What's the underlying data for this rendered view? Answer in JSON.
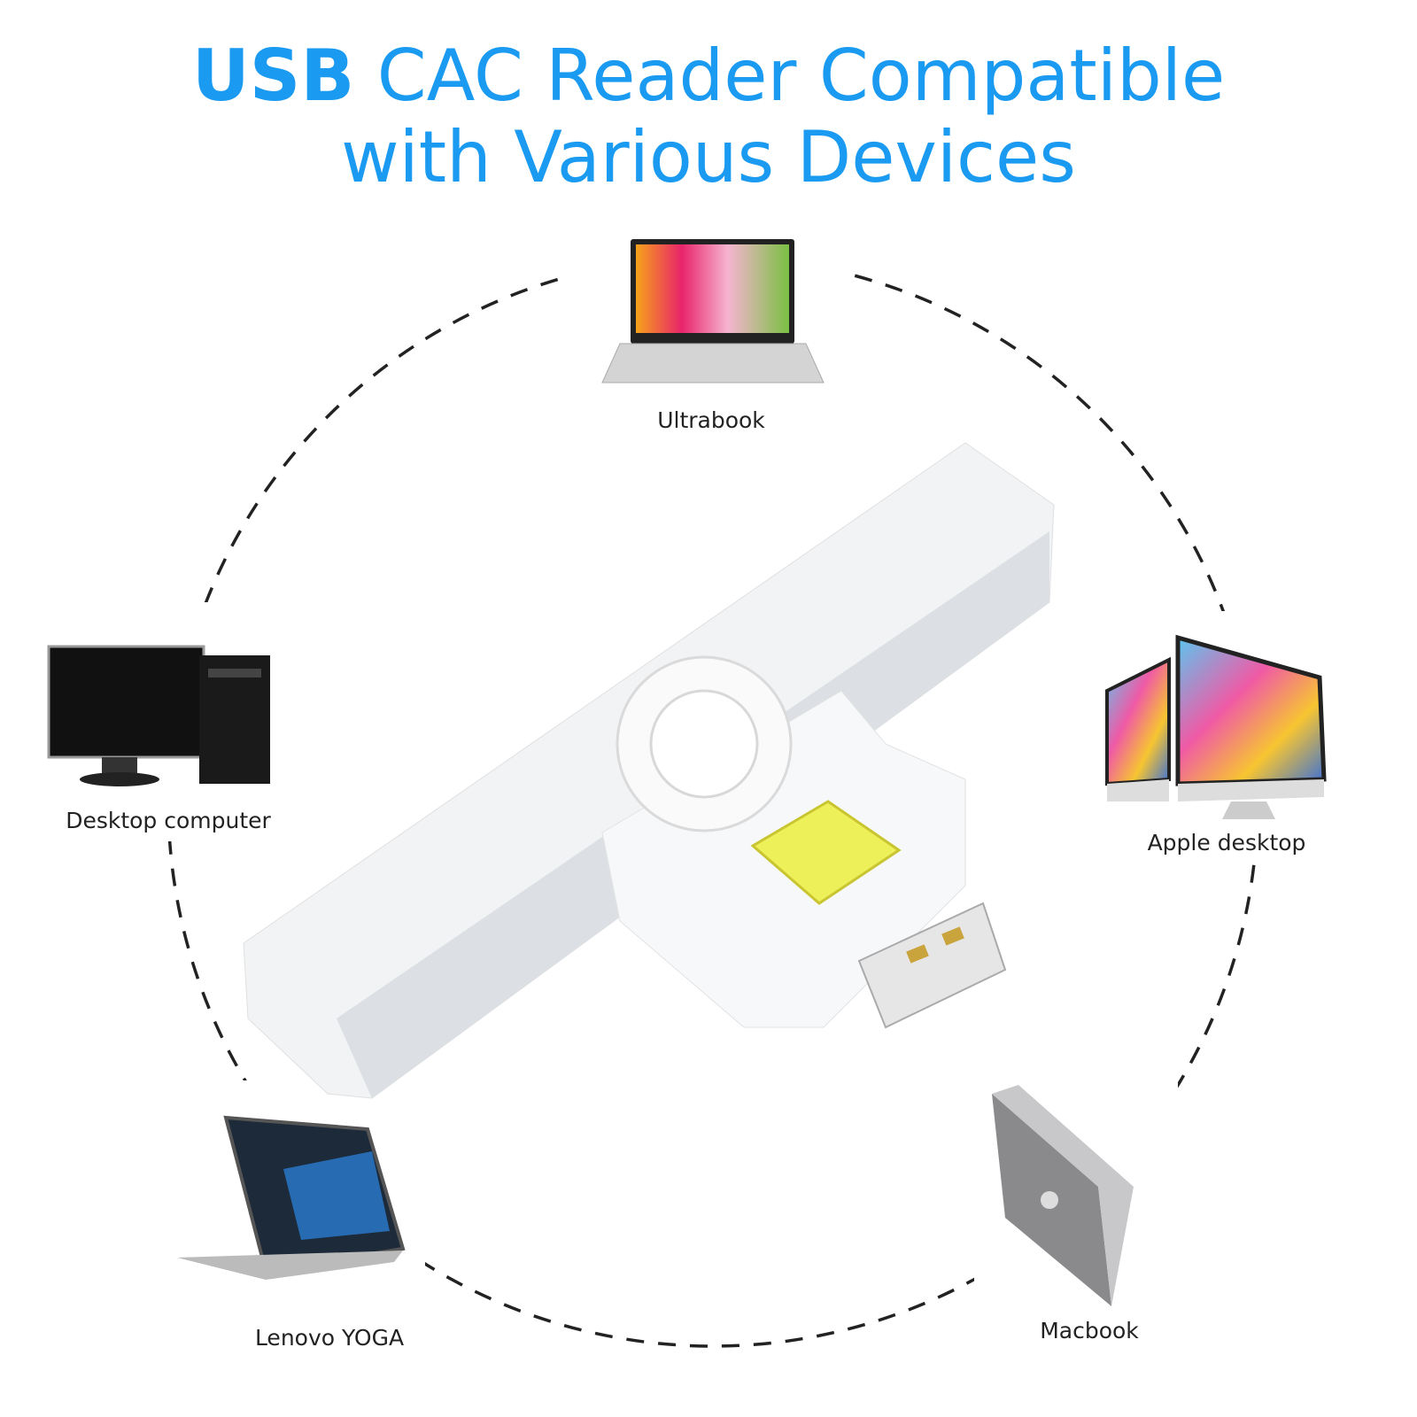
{
  "title": {
    "line1_bold": "USB",
    "line1_rest": " CAC Reader Compatible",
    "line2": "with Various Devices",
    "color": "#1a9af0"
  },
  "devices": [
    {
      "label": "Ultrabook",
      "icon": "laptop-icon"
    },
    {
      "label": "Desktop computer",
      "icon": "desktop-computer-icon"
    },
    {
      "label": "Apple desktop",
      "icon": "imac-icon"
    },
    {
      "label": "Lenovo YOGA",
      "icon": "convertible-laptop-icon"
    },
    {
      "label": "Macbook",
      "icon": "macbook-icon"
    }
  ],
  "product": {
    "icon": "usb-smart-card-reader-icon",
    "chip_color": "#eef05a"
  }
}
